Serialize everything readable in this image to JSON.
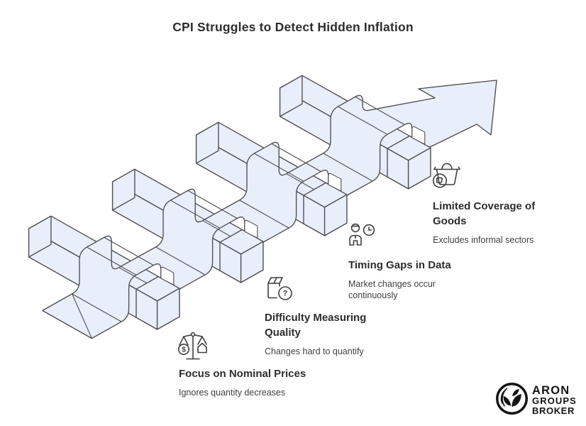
{
  "title": "CPI Struggles to Detect Hidden Inflation",
  "items": [
    {
      "title": "Focus on Nominal Prices",
      "subtitle": "Ignores quantity decreases",
      "icon": "scale-icon"
    },
    {
      "title": "Difficulty Measuring Quality",
      "subtitle": "Changes hard to quantify",
      "icon": "package-question-icon"
    },
    {
      "title": "Timing Gaps in Data",
      "subtitle": "Market changes occur continuously",
      "icon": "person-clock-icon"
    },
    {
      "title": "Limited Coverage of Goods",
      "subtitle": "Excludes informal sectors",
      "icon": "basket-thumbs-down-icon"
    }
  ],
  "logo": {
    "line1": "ARON",
    "line2": "GROUPS",
    "line3": "BROKER"
  },
  "colors": {
    "ribbonFill": "#e9eefb",
    "outline": "#4d4d4d",
    "iconStroke": "#3f3f3f",
    "titleColor": "#2d2d2d",
    "textColor": "#404040",
    "logoColor": "#141414"
  }
}
